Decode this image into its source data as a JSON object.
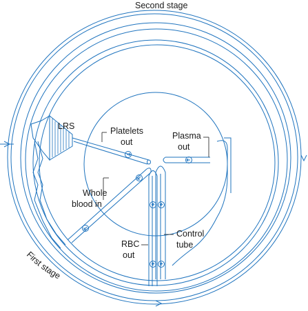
{
  "stages": {
    "second": "Second stage",
    "first": "First stage"
  },
  "labels": {
    "lrs": "LRS",
    "platelets_line1": "Platelets",
    "platelets_line2": "out",
    "plasma_line1": "Plasma",
    "plasma_line2": "out",
    "whole_line1": "Whole",
    "whole_line2": "blood in",
    "control_line1": "Control",
    "control_line2": "tube",
    "rbc_line1": "RBC",
    "rbc_line2": "out"
  },
  "colors": {
    "tubing": "#1e73be",
    "leader": "#333333",
    "text": "#1a1a1a"
  }
}
